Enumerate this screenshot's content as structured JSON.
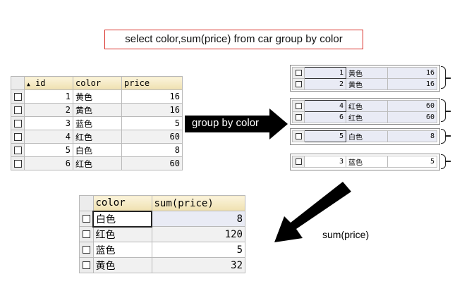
{
  "sql_query": "select color,sum(price) from car group by color",
  "source_table": {
    "headers": [
      "id",
      "color",
      "price"
    ],
    "sort_marker": "▲",
    "rows": [
      {
        "id": "1",
        "color": "黄色",
        "price": "16"
      },
      {
        "id": "2",
        "color": "黄色",
        "price": "16"
      },
      {
        "id": "3",
        "color": "蓝色",
        "price": "5"
      },
      {
        "id": "4",
        "color": "红色",
        "price": "60"
      },
      {
        "id": "5",
        "color": "白色",
        "price": "8"
      },
      {
        "id": "6",
        "color": "红色",
        "price": "60"
      }
    ]
  },
  "group_by_label": "group by color",
  "groups": [
    {
      "rows": [
        {
          "id": "1",
          "color": "黄色",
          "price": "16"
        },
        {
          "id": "2",
          "color": "黄色",
          "price": "16"
        }
      ]
    },
    {
      "rows": [
        {
          "id": "4",
          "color": "红色",
          "price": "60"
        },
        {
          "id": "6",
          "color": "红色",
          "price": "60"
        }
      ]
    },
    {
      "rows": [
        {
          "id": "5",
          "color": "白色",
          "price": "8"
        }
      ]
    },
    {
      "rows": [
        {
          "id": "3",
          "color": "蓝色",
          "price": "5"
        }
      ]
    }
  ],
  "sum_label": "sum(price)",
  "result_table": {
    "headers": [
      "color",
      "sum(price)"
    ],
    "rows": [
      {
        "color": "白色",
        "sum": "8"
      },
      {
        "color": "红色",
        "sum": "120"
      },
      {
        "color": "蓝色",
        "sum": "5"
      },
      {
        "color": "黄色",
        "sum": "32"
      }
    ]
  },
  "colors": {
    "sql_border": "#d9302a",
    "header_bg": "#f5eac6",
    "group_highlight": "#e9ebf5",
    "arrow": "#000000"
  }
}
